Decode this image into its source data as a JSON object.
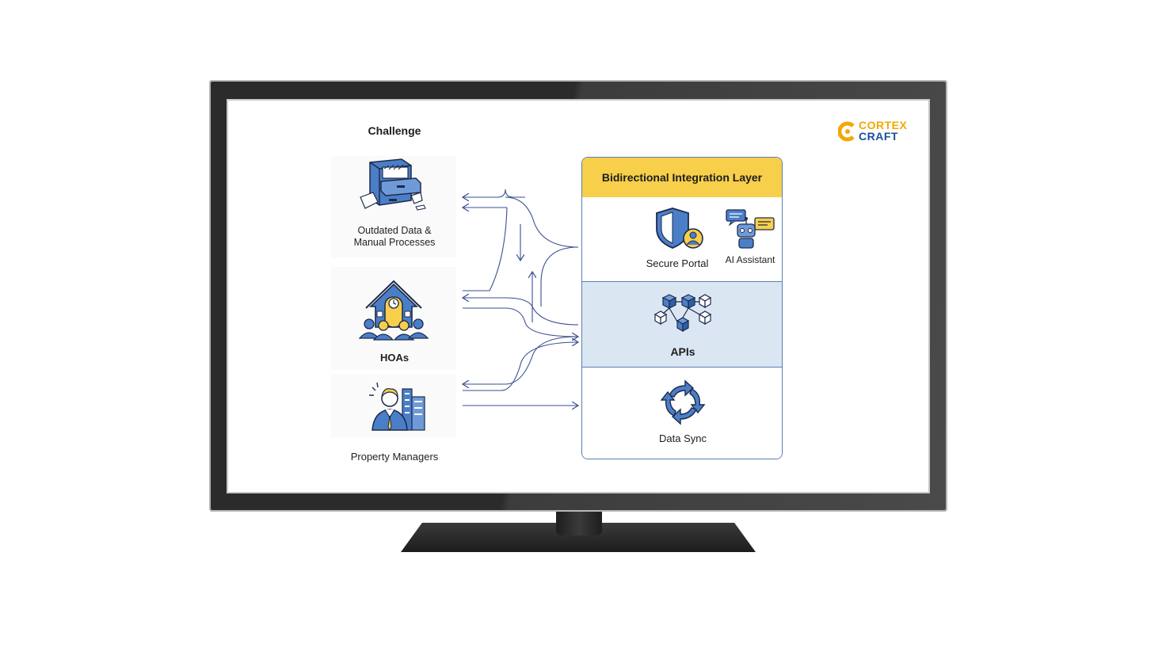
{
  "diagram": {
    "challenge_title": "Challenge",
    "challenges": [
      {
        "label_line1": "Outdated Data &",
        "label_line2": "Manual Processes",
        "icon": "filing-cabinet-icon"
      },
      {
        "label": "HOAs",
        "icon": "hoa-community-icon"
      },
      {
        "label": "Property Managers",
        "icon": "property-manager-icon"
      }
    ],
    "layer": {
      "title": "Bidirectional Integration Layer",
      "secure_portal": "Secure Portal",
      "ai_assistant": "AI Assistant",
      "apis": "APIs",
      "data_sync": "Data Sync"
    }
  },
  "logo": {
    "line1": "CORTEX",
    "line2": "CRAFT",
    "icon": "cortex-craft-logo-icon"
  },
  "colors": {
    "accent_yellow": "#f7cf4a",
    "accent_blue": "#dbe6f3",
    "icon_blue": "#4a7fc8",
    "arrow": "#3a4f8f",
    "frame": "#2b2b2b"
  }
}
